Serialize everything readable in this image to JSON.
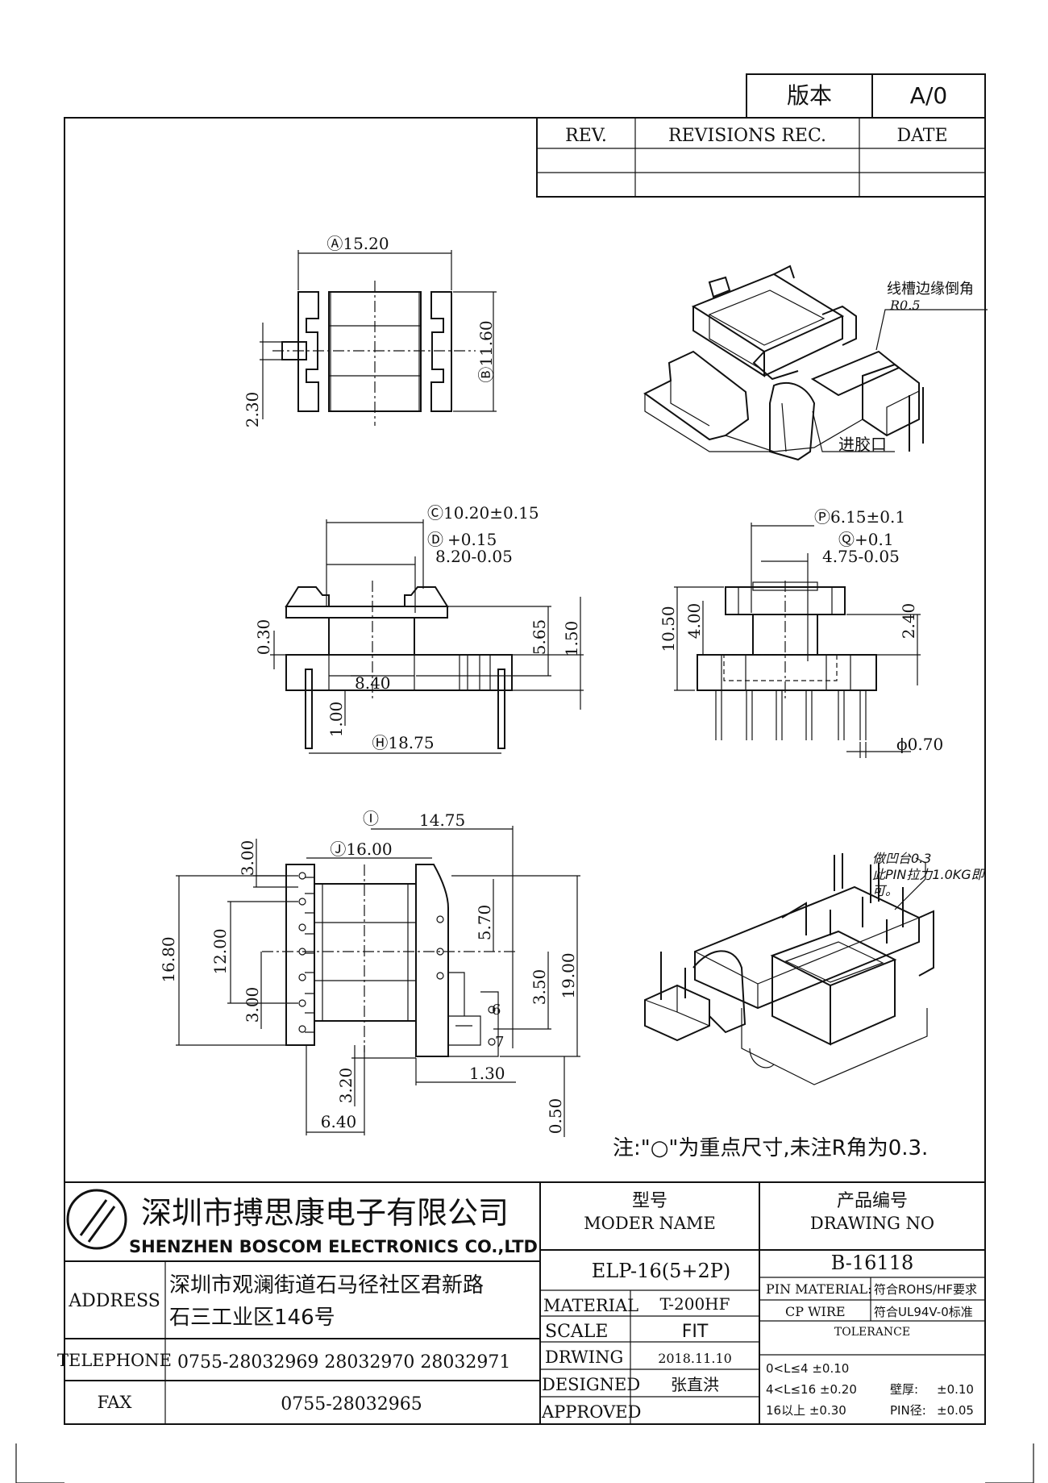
{
  "revision_box": {
    "version_label": "版本",
    "version_value": "A/0"
  },
  "revision_table": {
    "col_rev": "REV.",
    "col_rec": "REVISIONS REC.",
    "col_date": "DATE"
  },
  "dimensions": {
    "a": "Ⓐ15.20",
    "b": "Ⓑ11.60",
    "pin_offset": "2.30",
    "c": "Ⓒ10.20±0.15",
    "d_label": "Ⓓ",
    "d_plus": "+0.15",
    "d_main": "8.20-0.05",
    "h_030": "0.30",
    "e": "5.65",
    "f": "1.50",
    "w_840": "8.40",
    "g": "1.00",
    "h": "Ⓗ18.75",
    "p": "Ⓟ6.15±0.1",
    "q_label": "Ⓠ",
    "q_plus": "+0.1",
    "q_main": "4.75-0.05",
    "j": "10.50",
    "k": "4.00",
    "r": "2.40",
    "pin_dia": "ϕ0.70",
    "i_label": "Ⓘ",
    "w_1475": "14.75",
    "n": "3.00",
    "j_1600": "Ⓙ16.00",
    "d_1680": "16.80",
    "h_1200": "12.00",
    "h_300b": "3.00",
    "h_570": "5.70",
    "h_350": "3.50",
    "h_1900": "19.00",
    "m": "3.20",
    "w_130": "1.30",
    "w_640": "6.40",
    "h_050": "0.50",
    "pin6": "6",
    "pin7": "7"
  },
  "annotations": {
    "slot_chamfer": "线槽边缘倒角",
    "slot_r": "R0.5",
    "gate": "进胶口",
    "pin_note_1": "做凹台0.3",
    "pin_note_2": "此PIN拉力1.0KG即",
    "pin_note_3": "可。",
    "main_note": "注:\"○\"为重点尺寸,未注R角为0.3."
  },
  "title_block": {
    "company_cn": "深圳市搏思康电子有限公司",
    "company_en": "SHENZHEN BOSCOM ELECTRONICS CO.,LTD",
    "model_cn": "型号",
    "model_en": "MODER NAME",
    "drawing_cn": "产品编号",
    "drawing_en": "DRAWING NO",
    "model_value": "ELP-16(5+2P)",
    "drawing_value": "B-16118",
    "address_label": "ADDRESS",
    "address_1": "深圳市观澜街道石马径社区君新路",
    "address_2": "石三工业区146号",
    "material_label": "MATERIAL",
    "material_value": "T-200HF",
    "pin_material_label": "PIN MATERIAL:",
    "pin_material_value": "CP WIRE",
    "rohs": "符合ROHS/HF要求",
    "ul": "符合UL94V-0标准",
    "scale_label": "SCALE",
    "scale_value": "FIT",
    "tolerance_label": "TOLERANCE",
    "telephone_label": "TELEPHONE",
    "telephone_value": "0755-28032969 28032970 28032971",
    "drwing_label": "DRWING",
    "drwing_value": "2018.11.10",
    "designed_label": "DESIGNED",
    "designed_value": "张直洪",
    "fax_label": "FAX",
    "fax_value": "0755-28032965",
    "approved_label": "APPROVED",
    "tol_1": "0<L≤4  ±0.10",
    "tol_2": "4<L≤16 ±0.20",
    "tol_3": "16以上    ±0.30",
    "wall_label": "壁厚:",
    "wall_value": "±0.10",
    "pin_label": "PIN径:",
    "pin_value": "±0.05"
  }
}
